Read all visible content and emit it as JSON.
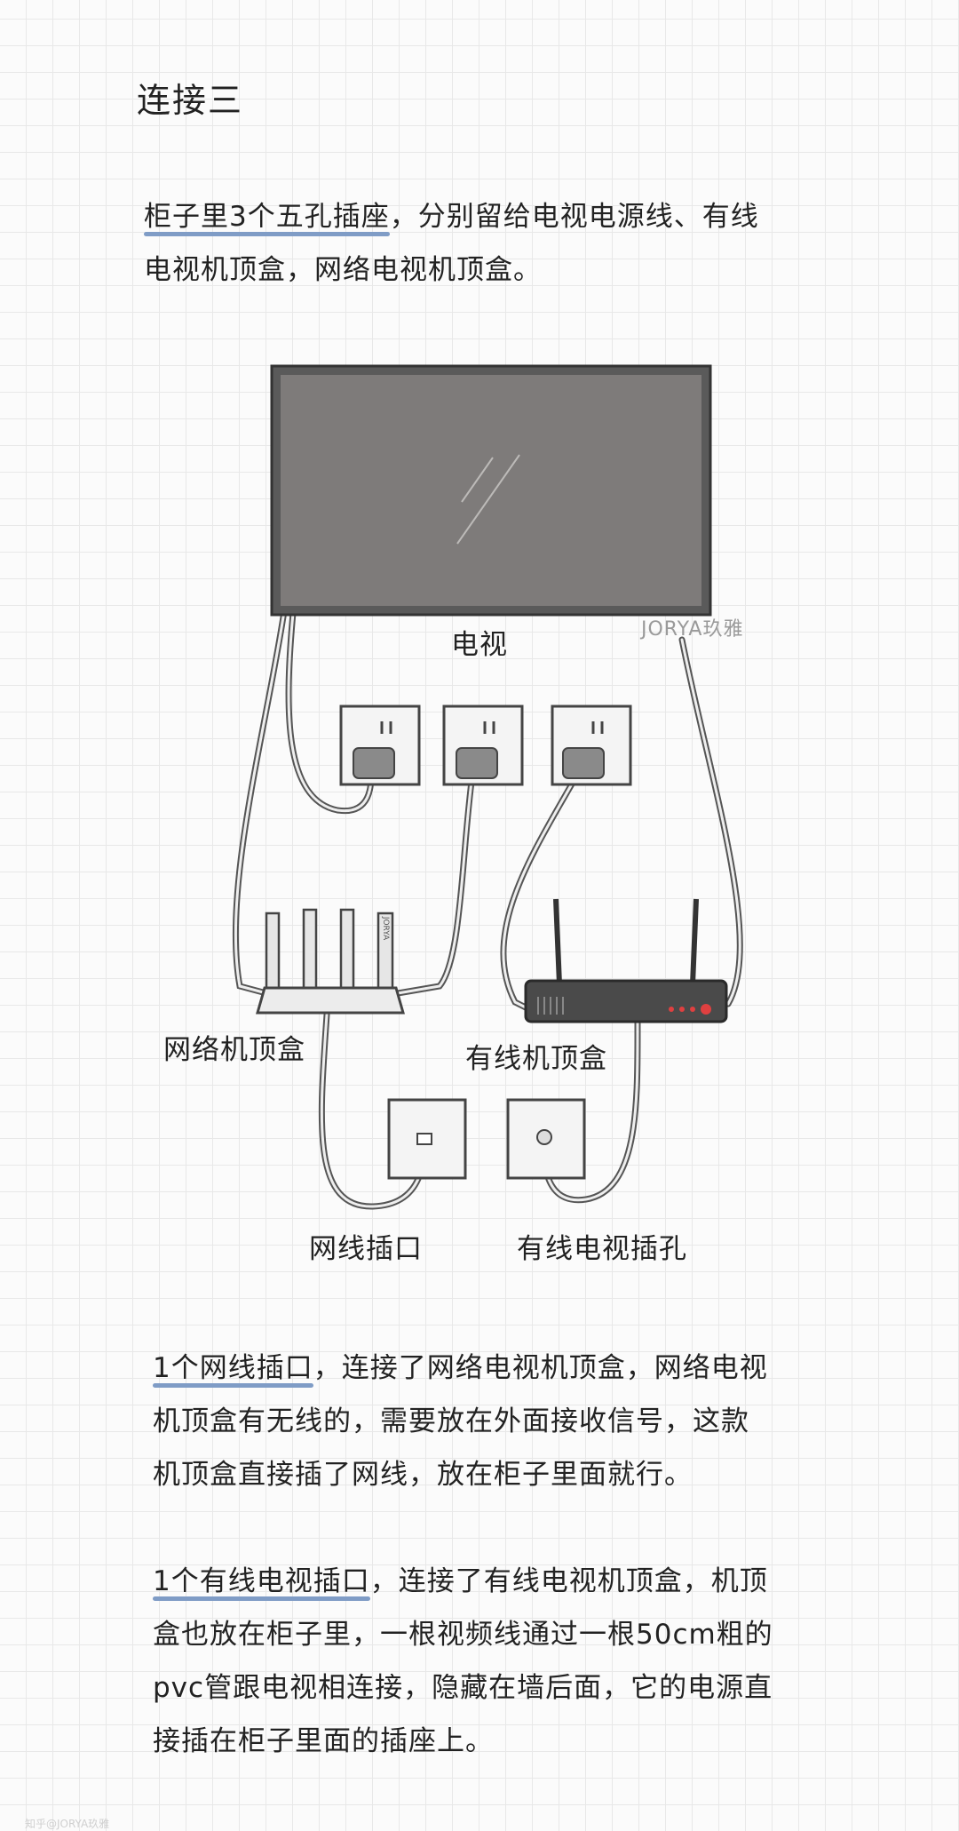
{
  "title": "连接三",
  "para1": {
    "highlight": "柜子里3个五孔插座",
    "rest_line1": "，分别留给电视电源线、有线",
    "line2": "电视机顶盒，网络电视机顶盒。"
  },
  "labels": {
    "tv": "电视",
    "watermark": "JORYA玖雅",
    "net_box": "网络机顶盒",
    "cable_box": "有线机顶盒",
    "lan_port": "网线插口",
    "catv_port": "有线电视插孔"
  },
  "para2": {
    "highlight": "1个网线插口",
    "rest_line1": "，连接了网络电视机顶盒，网络电视",
    "line2": "机顶盒有无线的，需要放在外面接收信号，这款",
    "line3": "机顶盒直接插了网线，放在柜子里面就行。"
  },
  "para3": {
    "highlight": "1个有线电视插口",
    "rest_line1": "，连接了有线电视机顶盒，机顶",
    "line2": "盒也放在柜子里，一根视频线通过一根50cm粗的",
    "line3": "pvc管跟电视相连接，隐藏在墙后面，它的电源直",
    "line4": "接插在柜子里面的插座上。"
  },
  "router_brand": "JORYA",
  "footer": "知乎@JORYA玖雅",
  "colors": {
    "accent_underline": "#7f9cc6",
    "tv_screen": "#7e7b7a",
    "led": "#e04040"
  }
}
